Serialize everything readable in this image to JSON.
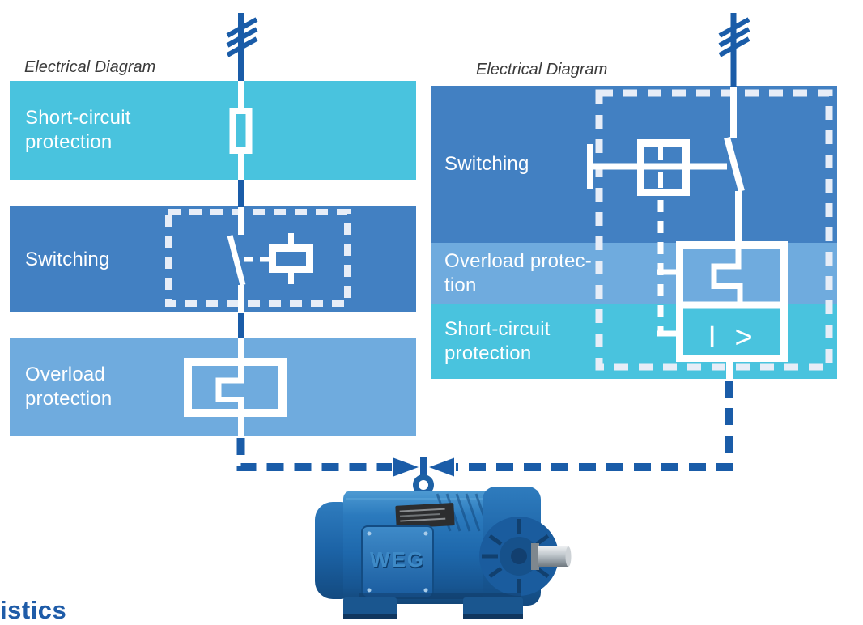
{
  "colors": {
    "band_cyan": "#49C3DE",
    "band_blue": "#4280C2",
    "band_light_blue": "#6FABDE",
    "line_dark_blue": "#1A5CA8",
    "dashed_white": "#E7EDF7",
    "symbol_white": "#FFFFFF",
    "band_text": "#FFFFFF",
    "diagram_label_text": "#3A3A3A",
    "heading_blue": "#1F5CA8"
  },
  "left_diagram": {
    "label": "Electrical Diagram",
    "supply_icon": "three-phase-supply",
    "bands": [
      {
        "name": "short-circuit-protection",
        "color": "#49C3DE",
        "lines": [
          "Short-circuit",
          "protection"
        ],
        "symbol": "fuse"
      },
      {
        "name": "switching",
        "color": "#4280C2",
        "lines": [
          "Switching"
        ],
        "symbol": "contactor"
      },
      {
        "name": "overload-protection",
        "color": "#6FABDE",
        "lines": [
          "Overload",
          "protection"
        ],
        "symbol": "thermal-overload-relay"
      }
    ]
  },
  "right_diagram": {
    "label": "Electrical Diagram",
    "supply_icon": "three-phase-supply",
    "magnetic_release_label": "I >",
    "bands": [
      {
        "name": "switching",
        "color": "#4280C2",
        "lines": [
          "Switching"
        ],
        "symbol": "circuit-breaker-contact"
      },
      {
        "name": "overload-protection",
        "color": "#6FABDE",
        "lines": [
          "Overload protec-",
          "tion"
        ],
        "symbol": "thermal-release"
      },
      {
        "name": "short-circuit-protection",
        "color": "#49C3DE",
        "lines": [
          "Short-circuit",
          "protection"
        ],
        "symbol": "magnetic-release"
      }
    ]
  },
  "motor": {
    "logo": "WEG"
  },
  "bottom_heading": "istics"
}
